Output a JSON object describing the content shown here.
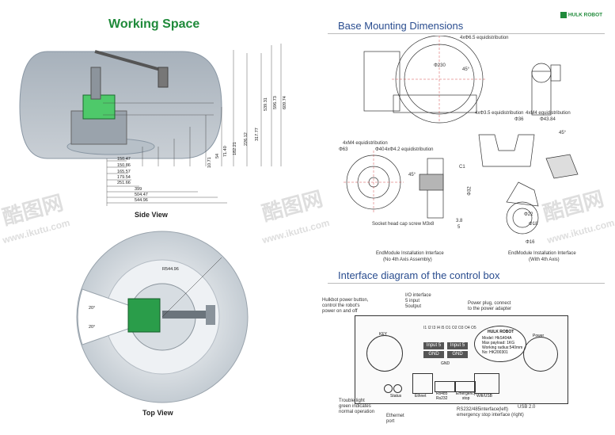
{
  "left": {
    "title": "Working Space",
    "side_view_caption": "Side View",
    "top_view_caption": "Top View",
    "vertical_dims": [
      "539.31",
      "596.73",
      "609.74",
      "317.77",
      "226.12",
      "182.21",
      "71.40",
      "54",
      "10.71"
    ],
    "horizontal_dims": [
      "150.47",
      "150.86",
      "165.57",
      "179.54",
      "251.66",
      "399",
      "504.47",
      "544.96"
    ],
    "radius_label": "R544.96",
    "angle_top": "20°",
    "angle_bottom": "20°"
  },
  "right": {
    "brand": "HULK ROBOT",
    "base_title": "Base Mounting Dimensions",
    "base_labels": {
      "equi_top": "4xΦ6.5 equidistribution",
      "d230": "Φ230",
      "angle45a": "45°",
      "m4_left": "4xM4 equidistribution",
      "d63": "Φ63",
      "d40": "Φ40",
      "d42_equi": "4xΦ4.2 equidistribution",
      "angle45b": "45°",
      "c1": "C1",
      "socket": "Socket head cap screw M3x8",
      "dim38": "3.8",
      "dim5": "5",
      "d32": "Φ32",
      "d35_equi": "4xΦ3.5 equidistribution",
      "m4_right": "4xM4 equidistribution",
      "d36": "Φ36",
      "d4384": "Φ43.84",
      "angle45c": "45°",
      "d22": "Φ22",
      "d18": "Φ18",
      "d16": "Φ16",
      "endmodule_left_1": "EndModule Installation  Interface",
      "endmodule_left_2": "(No  4th Axis   Assembly)",
      "endmodule_right_1": "EndModule  Installation  Interface",
      "endmodule_right_2": "(With  4th Axis)"
    },
    "iface_title": "Interface diagram of  the  control box",
    "iface": {
      "power_button": [
        "Hulkbot power button,",
        "control the robot's",
        "power on and off"
      ],
      "io": [
        "I/O interface",
        "5 input",
        "5output"
      ],
      "power_plug": [
        "Power plug, connect",
        "to the power adapter"
      ],
      "io_pins": "I1 I2 I3 I4 I5  O1 O2 O3 O4 O5",
      "input5_a": "Input 5",
      "input5_b": "Input 5",
      "gnd_a": "GND",
      "gnd_b": "GND",
      "gnd_mid": "GND",
      "key": "KEY",
      "power": "Power",
      "badge_brand": "HULK ROBOT",
      "badge_lines": [
        "Model: HkS404A",
        "Max payload: 1KG",
        "Working radius:540mm",
        "No: HK200301"
      ],
      "status": "Status",
      "ethnet": "Ethnet",
      "rs485": "Rs485\nRs232",
      "estop": "Emergency\nstop",
      "wifi": "Wifi/USB",
      "trouble": [
        "Trouble light",
        "green indicates",
        "normal operation"
      ],
      "ethernet_port": [
        "Ethernet",
        "port"
      ],
      "rs232": [
        "RS232/485interface(left)",
        "emergency stop interface (right)"
      ],
      "usb": "USB 2.0"
    }
  },
  "watermark": {
    "brand": "酷图网",
    "url": "www.ikutu.com"
  }
}
